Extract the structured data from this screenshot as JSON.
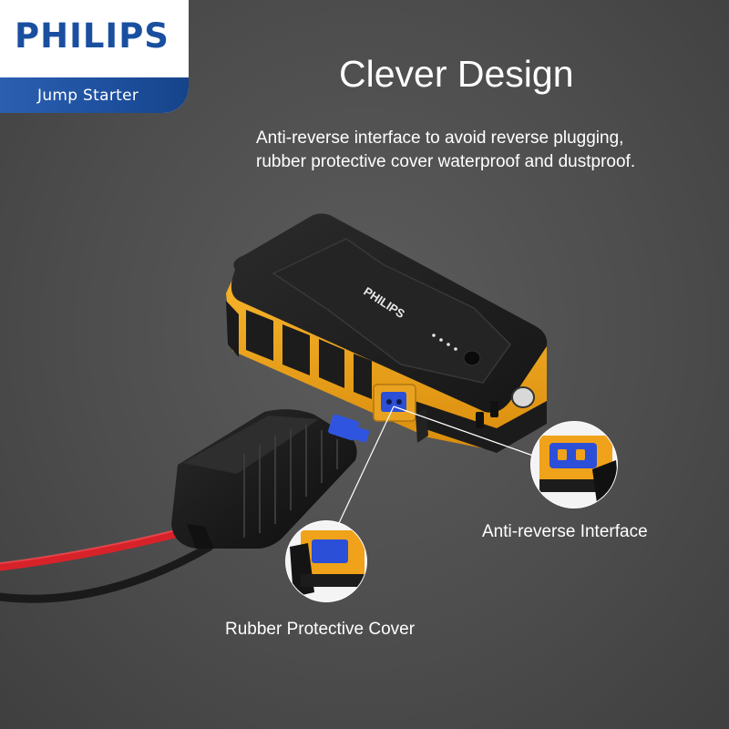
{
  "brand": {
    "logo_text": "PHILIPS",
    "product_line": "Jump Starter",
    "device_logo_text": "PHILIPS",
    "colors": {
      "brand_blue": "#1a4fa0",
      "accent_yellow": "#f0a21a",
      "cable_red": "#d8222a"
    }
  },
  "header": {
    "title": "Clever Design",
    "description_lines": [
      "Anti-reverse interface to avoid reverse plugging,",
      "rubber protective cover waterproof and dustproof."
    ]
  },
  "callouts": {
    "anti_reverse": "Anti-reverse Interface",
    "rubber_cover": "Rubber Protective Cover"
  },
  "icons": {
    "device": "jump-starter-device-icon",
    "clamp": "jump-clamp-box-icon",
    "connector": "ec5-connector-icon"
  }
}
